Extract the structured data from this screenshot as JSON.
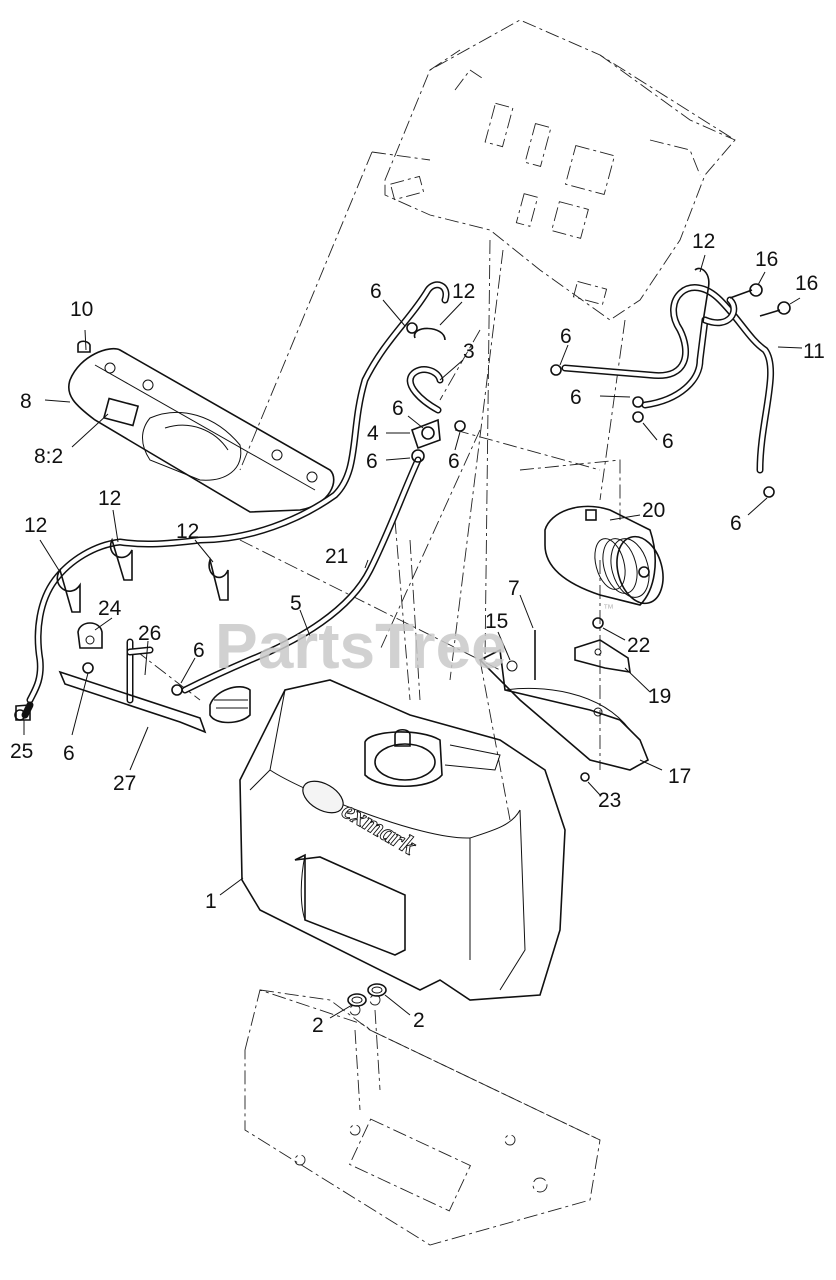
{
  "watermark": {
    "text": "PartsTree",
    "trademark": "™"
  },
  "logo_text": "exmark",
  "callouts": [
    {
      "id": "c1",
      "text": "1"
    },
    {
      "id": "c2a",
      "text": "2"
    },
    {
      "id": "c2b",
      "text": "2"
    },
    {
      "id": "c3",
      "text": "3"
    },
    {
      "id": "c4",
      "text": "4"
    },
    {
      "id": "c5",
      "text": "5"
    },
    {
      "id": "c6a",
      "text": "6"
    },
    {
      "id": "c6b",
      "text": "6"
    },
    {
      "id": "c6c",
      "text": "6"
    },
    {
      "id": "c6d",
      "text": "6"
    },
    {
      "id": "c6e",
      "text": "6"
    },
    {
      "id": "c6f",
      "text": "6"
    },
    {
      "id": "c6g",
      "text": "6"
    },
    {
      "id": "c6h",
      "text": "6"
    },
    {
      "id": "c6i",
      "text": "6"
    },
    {
      "id": "c6j",
      "text": "6"
    },
    {
      "id": "c7",
      "text": "7"
    },
    {
      "id": "c8",
      "text": "8"
    },
    {
      "id": "c82",
      "text": "8:2"
    },
    {
      "id": "c10",
      "text": "10"
    },
    {
      "id": "c11",
      "text": "11"
    },
    {
      "id": "c12a",
      "text": "12"
    },
    {
      "id": "c12b",
      "text": "12"
    },
    {
      "id": "c12c",
      "text": "12"
    },
    {
      "id": "c12d",
      "text": "12"
    },
    {
      "id": "c12e",
      "text": "12"
    },
    {
      "id": "c15",
      "text": "15"
    },
    {
      "id": "c16a",
      "text": "16"
    },
    {
      "id": "c16b",
      "text": "16"
    },
    {
      "id": "c17",
      "text": "17"
    },
    {
      "id": "c19",
      "text": "19"
    },
    {
      "id": "c20",
      "text": "20"
    },
    {
      "id": "c21",
      "text": "21"
    },
    {
      "id": "c22",
      "text": "22"
    },
    {
      "id": "c23",
      "text": "23"
    },
    {
      "id": "c24",
      "text": "24"
    },
    {
      "id": "c25",
      "text": "25"
    },
    {
      "id": "c26",
      "text": "26"
    },
    {
      "id": "c27",
      "text": "27"
    }
  ]
}
